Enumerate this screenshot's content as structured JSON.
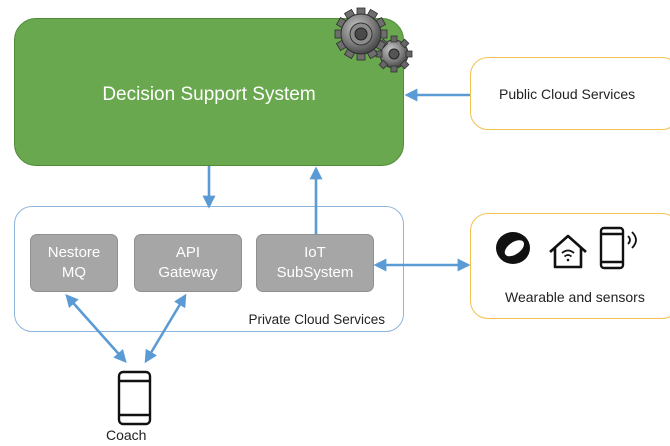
{
  "dss": {
    "label": "Decision Support System",
    "icon": "gears-icon"
  },
  "public_cloud": {
    "label": "Public Cloud Services"
  },
  "private_cloud": {
    "label": "Private Cloud Services",
    "modules": [
      {
        "line1": "Nestore",
        "line2": "MQ"
      },
      {
        "line1": "API",
        "line2": "Gateway"
      },
      {
        "line1": "IoT",
        "line2": "SubSystem"
      }
    ]
  },
  "wearables": {
    "label": "Wearable and sensors",
    "icons": [
      "ring-icon",
      "smart-home-icon",
      "smartphone-signal-icon"
    ]
  },
  "coach": {
    "label": "Coach",
    "icon": "smartphone-icon"
  },
  "colors": {
    "dss_fill": "#6aa84f",
    "arrow": "#5b9bd5",
    "module_fill": "#a6a6a6",
    "external_border": "#f2c14e",
    "private_border": "#8fb4dc"
  }
}
